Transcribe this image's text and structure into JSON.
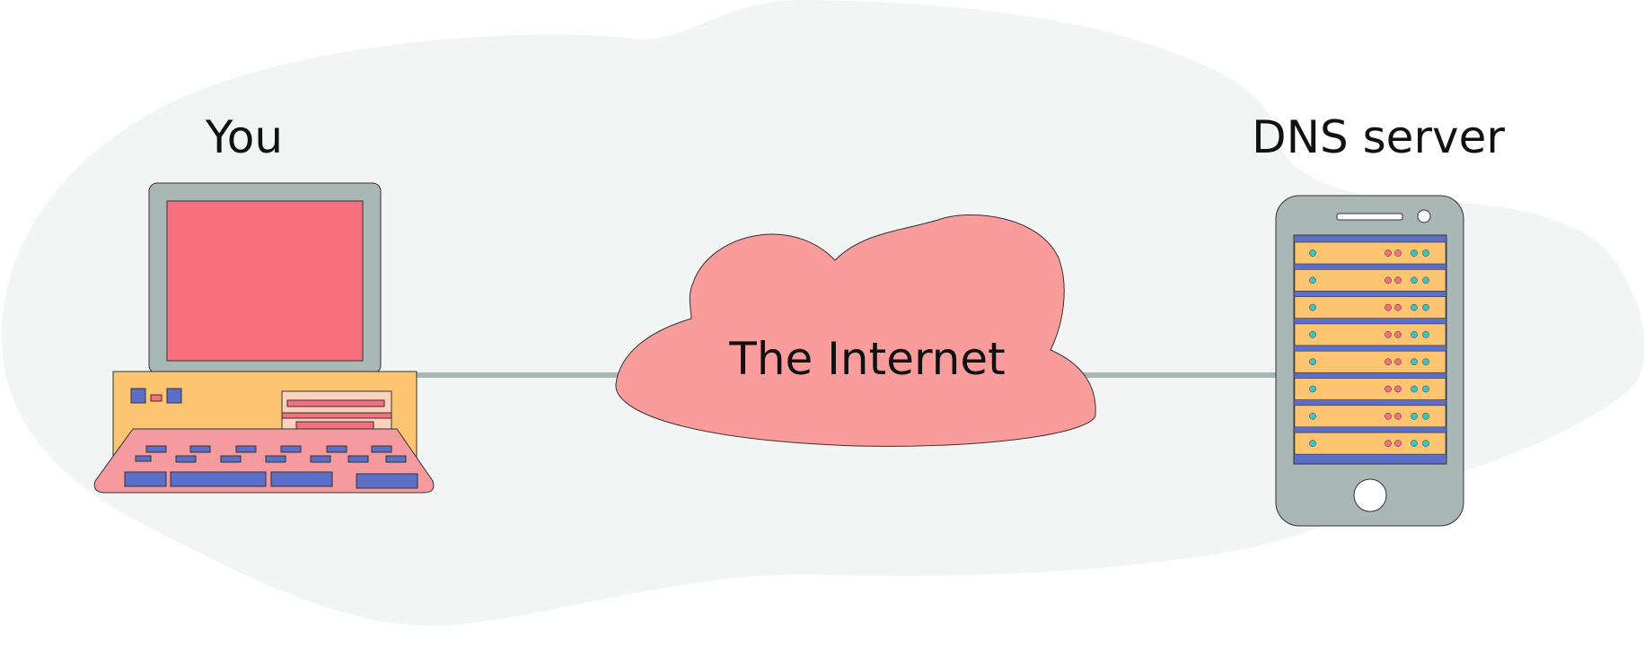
{
  "labels": {
    "you": "You",
    "internet": "The Internet",
    "dns_server": "DNS server"
  },
  "colors": {
    "background_blob": "#f3f4f4",
    "monitor_frame": "#a9b7b5",
    "screen": "#f7707f",
    "computer_case": "#fdc572",
    "keyboard": "#f59a9e",
    "key": "#5b6fc8",
    "cloud": "#fa9c9c",
    "cable": "#a9b7b5",
    "server_body": "#a9b7b5",
    "rack_unit": "#fdc572",
    "rack_rail": "#5b6fc8",
    "led_red": "#f56f7f",
    "led_teal": "#3bc4c4"
  },
  "server": {
    "rack_units": 8
  }
}
